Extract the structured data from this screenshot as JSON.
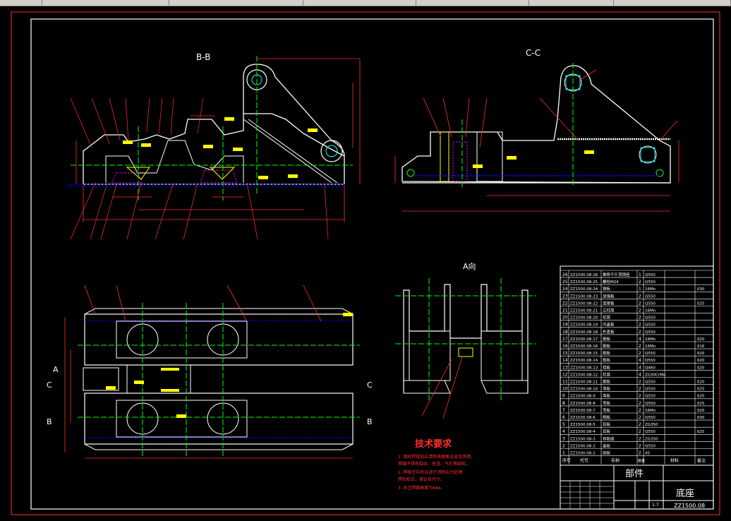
{
  "views": {
    "bb_title": "B-B",
    "cc_title": "C-C",
    "a_title": "A向",
    "sec_a": "A",
    "sec_b": "B",
    "sec_c": "C"
  },
  "tech": {
    "title": "技术要求",
    "lines": [
      "1.钢材焊接前应清除表面氧化皮及铁锈。",
      "  焊缝不得有裂纹、夹渣、气孔等缺陷。",
      "2.焊接完毕后应进行消除应力处理",
      "  焊后校正，保证各尺寸。",
      "3.未注焊缝高度为6mm。"
    ]
  },
  "bom": {
    "rows": [
      {
        "no": "26",
        "code": "ZZ1500.08-26",
        "name": "推移千斤顶销座",
        "qty": "1",
        "mat": "Q550",
        "note": ""
      },
      {
        "no": "25",
        "code": "ZZ1500.08-25",
        "name": "螺栓M24",
        "qty": "2",
        "mat": "Q550",
        "note": ""
      },
      {
        "no": "24",
        "code": "ZZ1500.08-24",
        "name": "钢板",
        "qty": "1",
        "mat": "16Mn",
        "note": "δ30"
      },
      {
        "no": "23",
        "code": "ZZ1500.08-23",
        "name": "加强板",
        "qty": "2",
        "mat": "Q550",
        "note": ""
      },
      {
        "no": "22",
        "code": "ZZ1500.08-22",
        "name": "连接板",
        "qty": "2",
        "mat": "Q550",
        "note": "δ25"
      },
      {
        "no": "21",
        "code": "ZZ1500.08-21",
        "name": "立柱窝",
        "qty": "2",
        "mat": "16Mn",
        "note": ""
      },
      {
        "no": "20",
        "code": "ZZ1500.08-20",
        "name": "柱窝",
        "qty": "2",
        "mat": "Q550",
        "note": ""
      },
      {
        "no": "19",
        "code": "ZZ1500.08-19",
        "name": "内盖板",
        "qty": "2",
        "mat": "Q550",
        "note": ""
      },
      {
        "no": "18",
        "code": "ZZ1500.08-18",
        "name": "外盖板",
        "qty": "2",
        "mat": "Q550",
        "note": ""
      },
      {
        "no": "17",
        "code": "ZZ1500.08-17",
        "name": "筋板",
        "qty": "4",
        "mat": "16Mn",
        "note": "δ20"
      },
      {
        "no": "16",
        "code": "ZZ1500.08-16",
        "name": "筋板",
        "qty": "2",
        "mat": "16Mn",
        "note": "δ16"
      },
      {
        "no": "15",
        "code": "ZZ1500.08-15",
        "name": "筋板",
        "qty": "2",
        "mat": "Q550",
        "note": "δ20"
      },
      {
        "no": "14",
        "code": "ZZ1500.08-14",
        "name": "筋板",
        "qty": "4",
        "mat": "Q550",
        "note": "δ20"
      },
      {
        "no": "13",
        "code": "ZZ1500.08-13",
        "name": "挡板",
        "qty": "4",
        "mat": "Q460",
        "note": "δ20"
      },
      {
        "no": "12",
        "code": "ZZ1500.08-12",
        "name": "柱窝",
        "qty": "4",
        "mat": "ZG30CrMo",
        "note": ""
      },
      {
        "no": "11",
        "code": "ZZ1500.08-11",
        "name": "筋板",
        "qty": "2",
        "mat": "Q550",
        "note": "δ20"
      },
      {
        "no": "10",
        "code": "ZZ1500.08-10",
        "name": "弯板",
        "qty": "2",
        "mat": "Q550",
        "note": "δ25"
      },
      {
        "no": "9",
        "code": "ZZ1500.08-9",
        "name": "弯板",
        "qty": "2",
        "mat": "Q550",
        "note": "δ20"
      },
      {
        "no": "8",
        "code": "ZZ1500.08-8",
        "name": "弯板",
        "qty": "2",
        "mat": "Q550",
        "note": "δ25"
      },
      {
        "no": "7",
        "code": "ZZ1500.08-7",
        "name": "弯板",
        "qty": "2",
        "mat": "16Mn",
        "note": "δ20"
      },
      {
        "no": "6",
        "code": "ZZ1500.08-6",
        "name": "侧板",
        "qty": "2",
        "mat": "Q550",
        "note": "δ30"
      },
      {
        "no": "5",
        "code": "ZZ1500.08-5",
        "name": "耳板",
        "qty": "2",
        "mat": "ZG350",
        "note": ""
      },
      {
        "no": "4",
        "code": "ZZ1500.08-4",
        "name": "耳板",
        "qty": "2",
        "mat": "Q550",
        "note": "δ25"
      },
      {
        "no": "3",
        "code": "ZZ1500.08-3",
        "name": "耳板座",
        "qty": "2",
        "mat": "ZG350",
        "note": ""
      },
      {
        "no": "2",
        "code": "ZZ1500.08-2",
        "name": "盖板",
        "qty": "2",
        "mat": "Q550",
        "note": ""
      },
      {
        "no": "1",
        "code": "ZZ1500.08-1",
        "name": "底板",
        "qty": "2",
        "mat": "45",
        "note": ""
      }
    ],
    "header": {
      "no": "序号",
      "code": "代号",
      "name": "名称",
      "qty": "数量",
      "mat": "材料",
      "note": "备注"
    }
  },
  "title_block": {
    "part_label": "部件",
    "part_name": "底座",
    "drawing_no": "ZZ1500.08",
    "scale": "1:7"
  },
  "colors": {
    "outline": "#ffffff",
    "centerline": "#00ff00",
    "dimension": "#ff0000",
    "hidden": "#0000ff",
    "annotation": "#ffff00",
    "hatch": "#ff00ff",
    "frame": "#ff0000",
    "cyan": "#00ffff"
  }
}
